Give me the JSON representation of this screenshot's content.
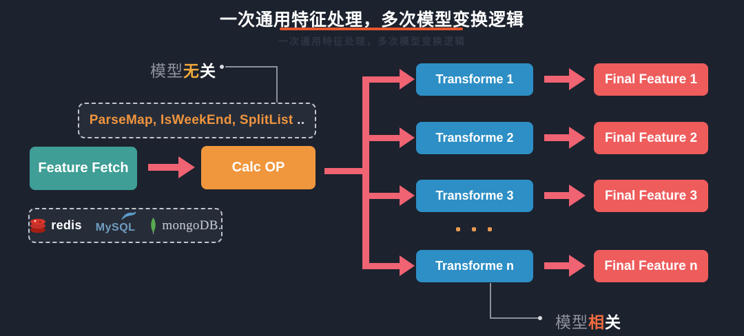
{
  "title": "一次通用特征处理，多次模型变换逻辑",
  "ghost_title": "一次通用特征处理，多次模型变换逻辑",
  "annotations": {
    "model_agnostic": {
      "prefix": "模型",
      "highlight": "无",
      "suffix": "关"
    },
    "model_related": {
      "prefix": "模型",
      "highlight": "相",
      "suffix": "关"
    }
  },
  "ops_box": {
    "functions": "ParseMap, IsWeekEnd, SplitList",
    "ellipsis": " .."
  },
  "pipeline": {
    "feature_fetch": "Feature Fetch",
    "calc_op": "Calc OP"
  },
  "databases": {
    "redis": "redis",
    "mysql": "MySQL",
    "mongodb": "mongoDB."
  },
  "transformers": [
    "Transforme 1",
    "Transforme 2",
    "Transforme 3",
    "Transforme n"
  ],
  "final_features": [
    "Final Feature 1",
    "Final Feature 2",
    "Final Feature 3",
    "Final Feature n"
  ],
  "colors": {
    "background": "#1c222e",
    "title_underline": "#e4572d",
    "teal_node": "#3f9e96",
    "orange_node": "#f0973d",
    "blue_node": "#2d8fc5",
    "red_node": "#ee5c5c",
    "arrow": "#f06372",
    "highlight_yellow": "#f2a93b",
    "highlight_orange": "#ed6b3f",
    "ops_text_orange": "#f0953e",
    "muted_label_gray": "#8e939d"
  }
}
